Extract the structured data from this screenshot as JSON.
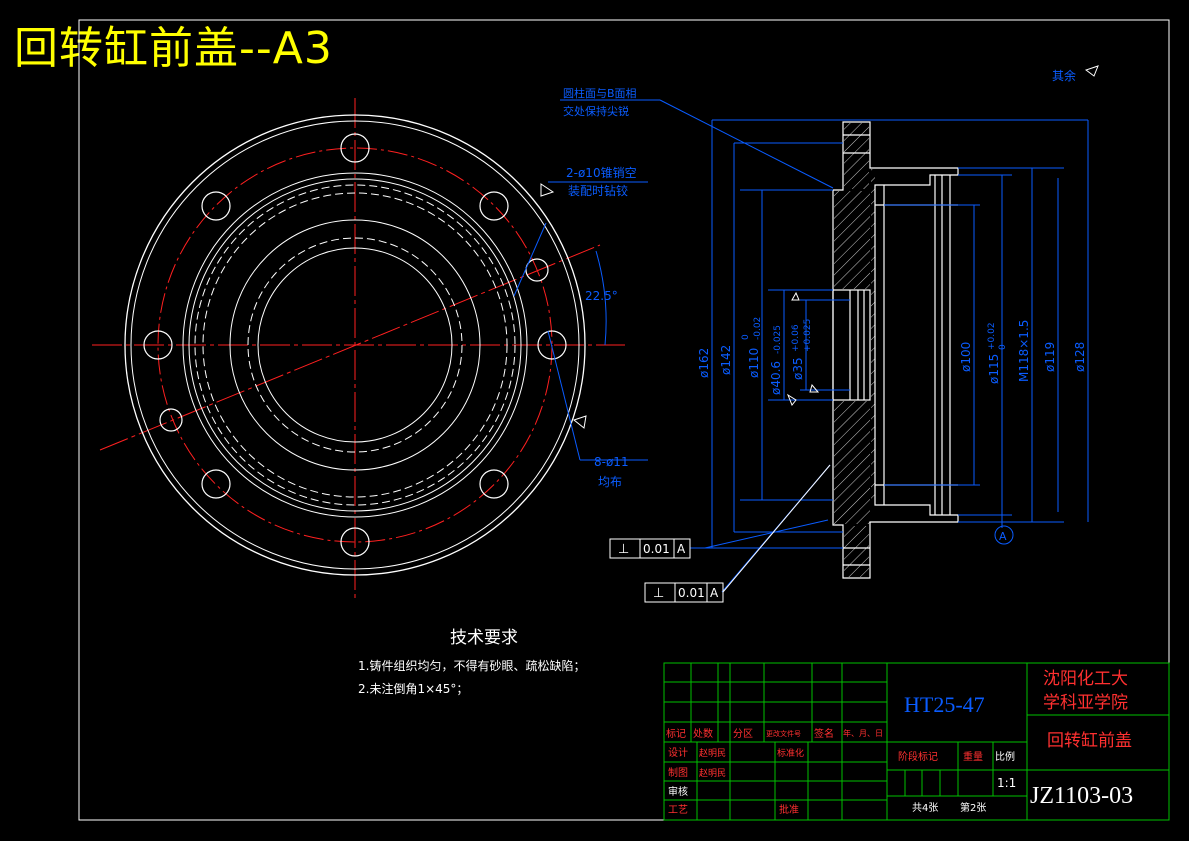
{
  "title": "回转缸前盖--A3",
  "colors": {
    "background": "#000000",
    "outline": "#ffffff",
    "dimension": "#0a5cff",
    "centerline": "#ff2020",
    "title_yellow": "#ffff00",
    "table_green": "#00c000",
    "label_red": "#ff3030"
  },
  "annotations": {
    "surface_roughness": "其余",
    "edge_note_line1": "圆柱面与B面相",
    "edge_note_line2": "交处保持尖锐",
    "pin_hole_line1": "2-ø10锥销空",
    "pin_hole_line2": "装配时钻铰",
    "angle": "22.5°",
    "bolt_holes_line1": "8-ø11",
    "bolt_holes_line2": "均布"
  },
  "dimensions": {
    "d162": "ø162",
    "d142": "ø142",
    "d110": "ø110",
    "d110_tol_up": "0",
    "d110_tol_low": "-0.02",
    "d40": "ø40.6",
    "d40_tol": "-0.025",
    "d35": "ø35",
    "d35_tol_up": "+0.06",
    "d35_tol_low": "+0.025",
    "d100": "ø100",
    "d115": "ø115",
    "d115_tol_up": "+0.02",
    "d115_tol_low": "0",
    "m118": "M118×1.5",
    "d119": "ø119",
    "d128": "ø128",
    "datum": "A"
  },
  "tolerance_frames": [
    {
      "symbol": "⊥",
      "value": "0.01",
      "datum": "A"
    },
    {
      "symbol": "⊥",
      "value": "0.01",
      "datum": "A"
    }
  ],
  "tech_requirements": {
    "heading": "技术要求",
    "items": [
      "1.铸件组织均匀，不得有砂眼、疏松缺陷；",
      "2.未注倒角1×45°；"
    ]
  },
  "title_block": {
    "material": "HT25-47",
    "school_line1": "沈阳化工大",
    "school_line2": "学科亚学院",
    "part_name": "回转缸前盖",
    "drawing_no": "JZ1103-03",
    "header_marks": "标记",
    "header_count": "处数",
    "header_zone": "分区",
    "header_doc": "更改文件号",
    "header_sign": "签名",
    "header_date": "年、月、日",
    "design": "设计",
    "design_name": "赵明民",
    "standardize": "标准化",
    "drafting": "制图",
    "drafting_name": "赵明民",
    "review": "审核",
    "process": "工艺",
    "approve": "批准",
    "stage_mark": "阶段标记",
    "weight": "重量",
    "scale_label": "比例",
    "scale_value": "1:1",
    "total_sheets": "共4张",
    "sheet_no": "第2张"
  }
}
